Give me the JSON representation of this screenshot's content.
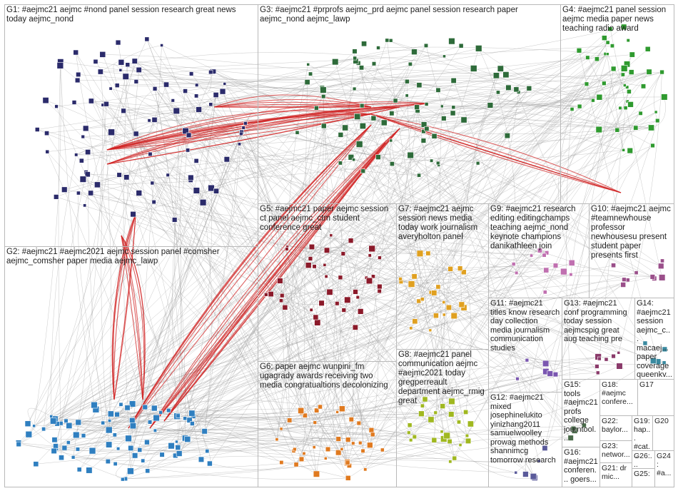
{
  "groups": [
    {
      "id": "G1",
      "label": "G1: #aejmc21 aejmc #nond panel session research great news today aejmc_nond",
      "color": "#2b2b6b"
    },
    {
      "id": "G3",
      "label": "G3: #aejmc21 #prprofs aejmc_prd aejmc panel session research paper aejmc_nond aejmc_lawp",
      "color": "#2e6b3a"
    },
    {
      "id": "G4",
      "label": "G4: #aejmc21 panel session aejmc media paper news teaching radio award",
      "color": "#2f9a2f"
    },
    {
      "id": "G2",
      "label": "G2: #aejmc21 #aejmc2021 aejmc session panel #comsher aejmc_comsher paper media aejmc_lawp",
      "color": "#2f7fc0"
    },
    {
      "id": "G5",
      "label": "G5: #aejmc21 paper aejmc session ct panel aejmc_ctm student conference great",
      "color": "#8b1a2a"
    },
    {
      "id": "G7",
      "label": "G7: #aejmc21 aejmc session news media today work journalism averyholton panel",
      "color": "#e0a020"
    },
    {
      "id": "G9",
      "label": "G9: #aejmc21 research editing editingchamps teaching aejmc_nond keynote champions danikathleen join",
      "color": "#c070b0"
    },
    {
      "id": "G10",
      "label": "G10: #aejmc21 aejmc #teamnewhouse professor newhousesu present student paper presents first",
      "color": "#9a4f8a"
    },
    {
      "id": "G11",
      "label": "G11: #aejmc21 titles know research day collection media journalism communication studies",
      "color": "#7a56b0"
    },
    {
      "id": "G13",
      "label": "G13: #aejmc21 conf programming today session aejmcspig great aug teaching pre",
      "color": "#8a3a6a"
    },
    {
      "id": "G14",
      "label": "G14: #aejmc21 session aejmc_c... macaej... paper coverage queenkv...",
      "color": "#3a8aa0"
    },
    {
      "id": "G6",
      "label": "G6: paper aejmc wunpini_fm ugagrady awards receiving two media congratualtions decolonizing",
      "color": "#e07a20"
    },
    {
      "id": "G8",
      "label": "G8: #aejmc21 panel communication aejmc #aejmc2021 today gregperreault department aejmc_rmig great",
      "color": "#a0b820"
    },
    {
      "id": "G12",
      "label": "G12: #aejmc21 mixed josephinelukito yinizhang2011 samuelwoolley prowag methods shannimcg tomorrow research",
      "color": "#5a5a9a"
    },
    {
      "id": "G15",
      "label": "G15: tools #aejmc21 profs college journtool...",
      "color": "#4a6a4a"
    },
    {
      "id": "G18",
      "label": "G18: #aejmc confere...",
      "color": "#6a6a2a"
    },
    {
      "id": "G17",
      "label": "G17",
      "color": "#c02020"
    },
    {
      "id": "G22",
      "label": "G22: baylor...",
      "color": "#2a4a8a"
    },
    {
      "id": "G19",
      "label": "G19: hap... #cat...",
      "color": "#8a2a2a"
    },
    {
      "id": "G20",
      "label": "G20",
      "color": "#2a8a2a"
    },
    {
      "id": "G23",
      "label": "G23: networ...",
      "color": "#6a2a8a"
    },
    {
      "id": "G16",
      "label": "G16: #aejmc21 conferen... goers...",
      "color": "#2a6a8a"
    },
    {
      "id": "G21",
      "label": "G21: dr mic...",
      "color": "#8a6a2a"
    },
    {
      "id": "G26",
      "label": "G26:...",
      "color": "#4a4a4a"
    },
    {
      "id": "G24",
      "label": "G24: #a...",
      "color": "#4a4a4a"
    },
    {
      "id": "G25",
      "label": "G25:",
      "color": "#4a4a4a"
    }
  ]
}
